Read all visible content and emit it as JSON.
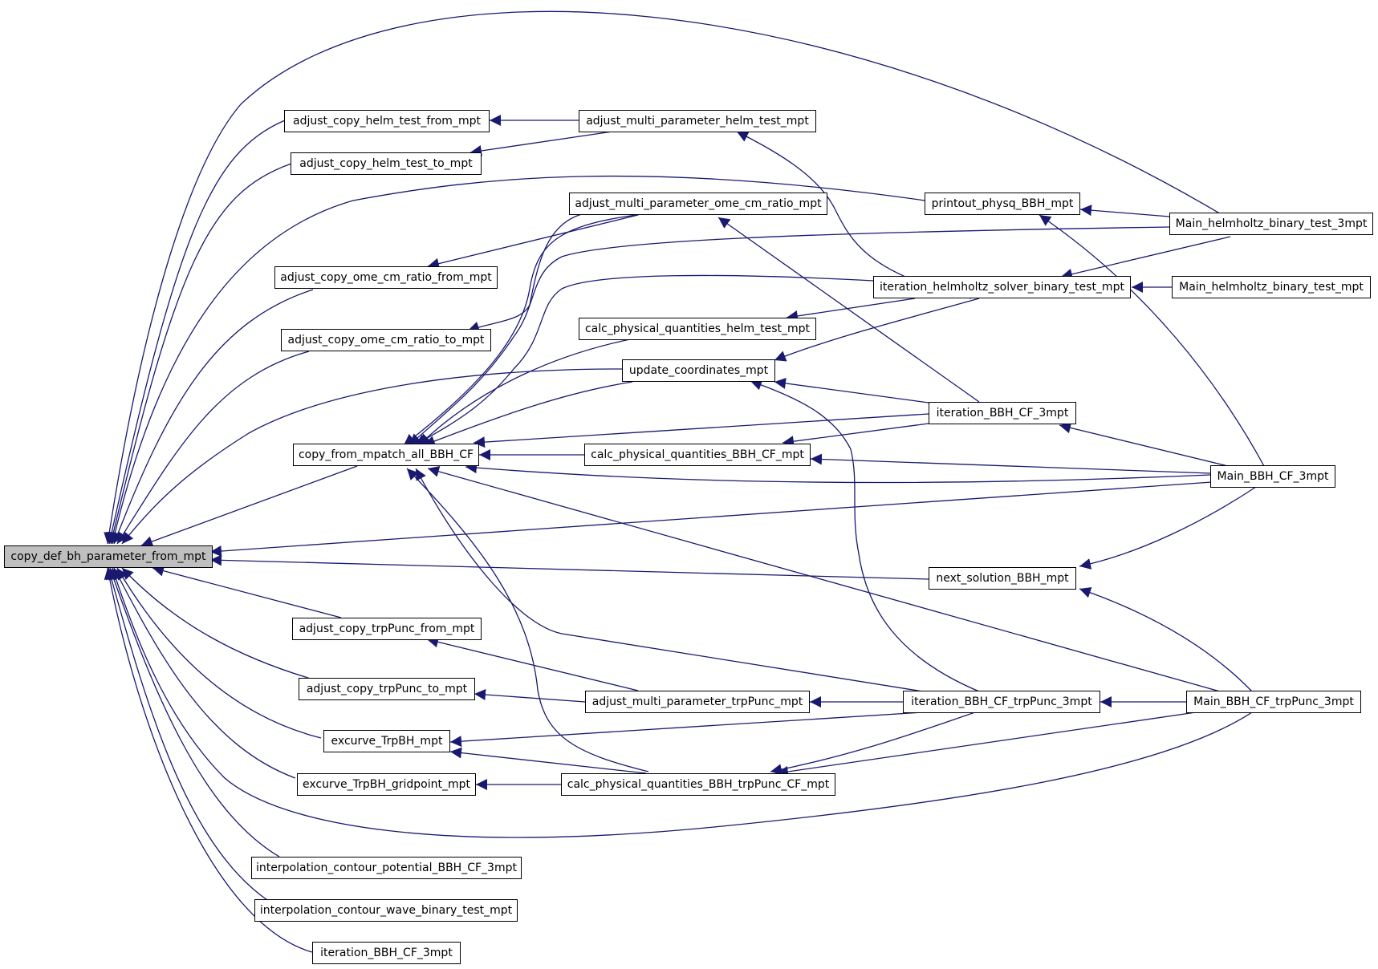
{
  "colors": {
    "edge": "#191970",
    "root_fill": "#bfbfbf",
    "node_fill": "#ffffff",
    "node_border": "#000000"
  },
  "graph": {
    "root": "copy_def_bh_parameter_from_mpt",
    "nodes": {
      "root": "copy_def_bh_parameter_from_mpt",
      "acht_from": "adjust_copy_helm_test_from_mpt",
      "acht_to": "adjust_copy_helm_test_to_mpt",
      "amp_helm": "adjust_multi_parameter_helm_test_mpt",
      "amp_ome": "adjust_multi_parameter_ome_cm_ratio_mpt",
      "printout": "printout_physq_BBH_mpt",
      "main_helm3": "Main_helmholtz_binary_test_3mpt",
      "acocr_from": "adjust_copy_ome_cm_ratio_from_mpt",
      "iter_helm": "iteration_helmholtz_solver_binary_test_mpt",
      "main_helm": "Main_helmholtz_binary_test_mpt",
      "acocr_to": "adjust_copy_ome_cm_ratio_to_mpt",
      "calc_helm": "calc_physical_quantities_helm_test_mpt",
      "update_coord": "update_coordinates_mpt",
      "iter_bbh_r": "iteration_BBH_CF_3mpt",
      "copy_mpatch": "copy_from_mpatch_all_BBH_CF",
      "calc_bbh": "calc_physical_quantities_BBH_CF_mpt",
      "main_bbh": "Main_BBH_CF_3mpt",
      "next_sol": "next_solution_BBH_mpt",
      "actp_from": "adjust_copy_trpPunc_from_mpt",
      "actp_to": "adjust_copy_trpPunc_to_mpt",
      "amp_trp": "adjust_multi_parameter_trpPunc_mpt",
      "iter_trp": "iteration_BBH_CF_trpPunc_3mpt",
      "main_trp": "Main_BBH_CF_trpPunc_3mpt",
      "excurve": "excurve_TrpBH_mpt",
      "excurve_gp": "excurve_TrpBH_gridpoint_mpt",
      "calc_trp": "calc_physical_quantities_BBH_trpPunc_CF_mpt",
      "interp_pot": "interpolation_contour_potential_BBH_CF_3mpt",
      "interp_wave": "interpolation_contour_wave_binary_test_mpt",
      "iter_bbh_l": "iteration_BBH_CF_3mpt"
    }
  }
}
